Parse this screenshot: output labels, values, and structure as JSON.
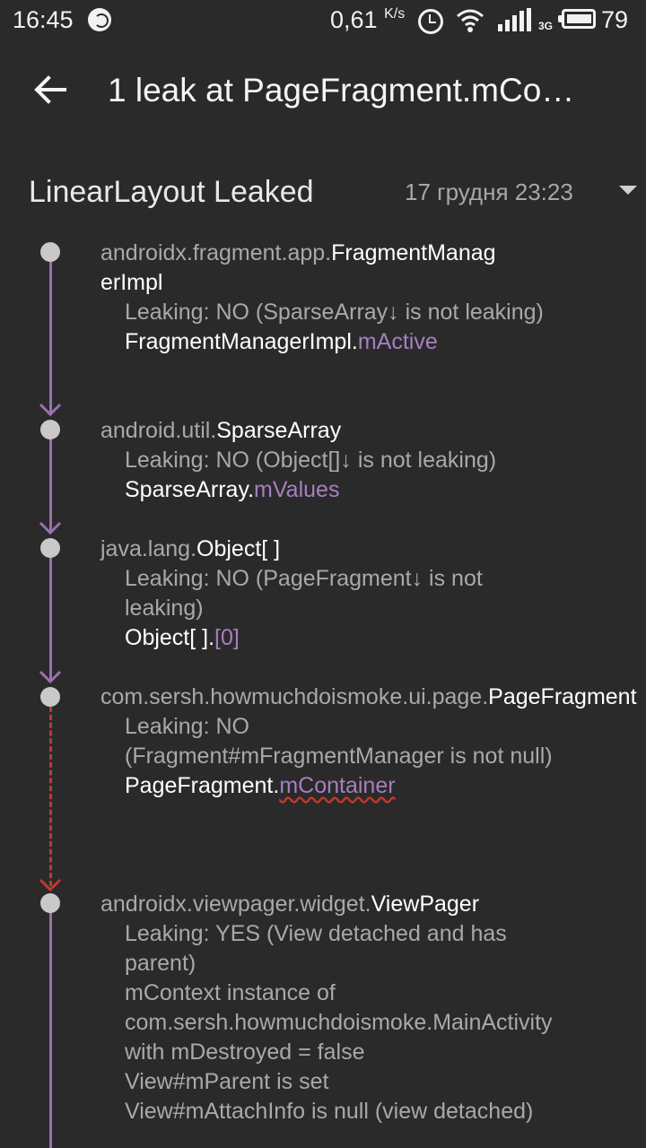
{
  "status_bar": {
    "time": "16:45",
    "speed": "0,61",
    "speed_unit": "K/s",
    "network": "3G",
    "battery": "79"
  },
  "toolbar": {
    "title": "1 leak at PageFragment.mCo…"
  },
  "header": {
    "leaked_title": "LinearLayout Leaked",
    "date": "17 грудня 23:23"
  },
  "entries": [
    {
      "pkg": "androidx.fragment.app.",
      "cls": "FragmentManag erImpl",
      "leak": "Leaking: NO (SparseArray↓ is not leaking)",
      "ref_owner": "FragmentManagerImpl.",
      "ref_field": "mActive"
    },
    {
      "pkg": "android.util.",
      "cls": "SparseArray",
      "leak": "Leaking: NO (Object[]↓ is not leaking)",
      "ref_owner": "SparseArray.",
      "ref_field": "mValues"
    },
    {
      "pkg": "java.lang.",
      "cls": "Object[ ]",
      "leak": "Leaking: NO (PageFragment↓ is not leaking)",
      "ref_owner": "Object[ ].",
      "ref_field": "[0]"
    },
    {
      "pkg": "com.sersh.howmuchdoismoke.ui.page.",
      "cls": "PageFragment",
      "leak": "Leaking: NO (Fragment#mFragmentManager is not null)",
      "ref_owner": "PageFragment.",
      "ref_field": "mContainer"
    },
    {
      "pkg": "androidx.viewpager.widget.",
      "cls": "ViewPager",
      "leak": "Leaking: YES (View detached and has parent)",
      "detail_1": "mContext instance of com.sersh.howmuchdoismoke.MainActivity with mDestroyed = false",
      "detail_2": "View#mParent is set",
      "detail_3": "View#mAttachInfo is null (view detached)"
    }
  ],
  "colors": {
    "background": "#2a2a2a",
    "accent_purple": "#a67fc0",
    "line_purple": "#9b6fb0",
    "leak_red": "#c0392b"
  }
}
